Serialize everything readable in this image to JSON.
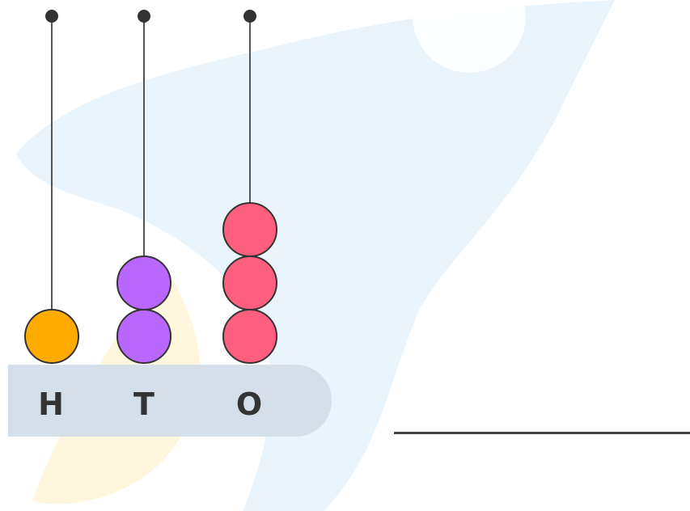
{
  "columns": [
    {
      "label": "H",
      "beads": 1,
      "bead_color": "#ffab00"
    },
    {
      "label": "T",
      "beads": 2,
      "bead_color": "#b967ff"
    },
    {
      "label": "O",
      "beads": 3,
      "bead_color": "#ff5f7e"
    }
  ],
  "answer_line": {
    "value": ""
  },
  "colors": {
    "rod": "#555555",
    "bead_stroke": "#333333",
    "base": "#d5dfea",
    "watermark_blue": "#eaf4fc",
    "watermark_yellow": "#fff6dd"
  }
}
